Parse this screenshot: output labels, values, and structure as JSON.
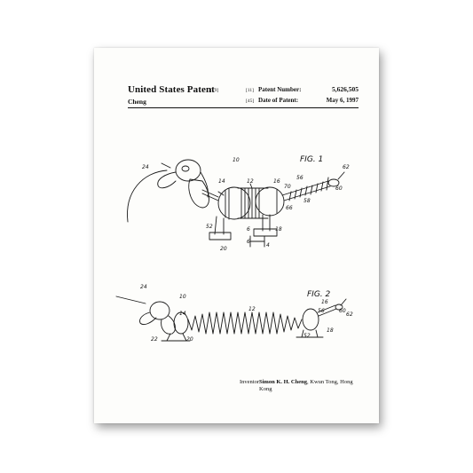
{
  "header": {
    "title": "United States Patent",
    "title_tag": "[19]",
    "inventor_surname": "Cheng",
    "number_tag": "[11]",
    "number_label": "Patent Number:",
    "number_value": "5,626,505",
    "date_tag": "[45]",
    "date_label": "Date of Patent:",
    "date_value": "May 6, 1997"
  },
  "figures": {
    "fig1_label": "FIG. 1",
    "fig2_label": "FIG. 2",
    "fig1_refs": [
      "24",
      "10",
      "14",
      "12",
      "16",
      "70",
      "56",
      "62",
      "60",
      "66",
      "58",
      "52",
      "6",
      "18",
      "6",
      "4",
      "20"
    ],
    "fig2_refs": [
      "24",
      "10",
      "14",
      "12",
      "16",
      "56",
      "62",
      "60",
      "22",
      "20",
      "52",
      "18"
    ]
  },
  "inventor": {
    "label": "Inventor:",
    "name": "Simon K. H. Cheng",
    "location": ", Kwun Tong, Hong Kong"
  }
}
